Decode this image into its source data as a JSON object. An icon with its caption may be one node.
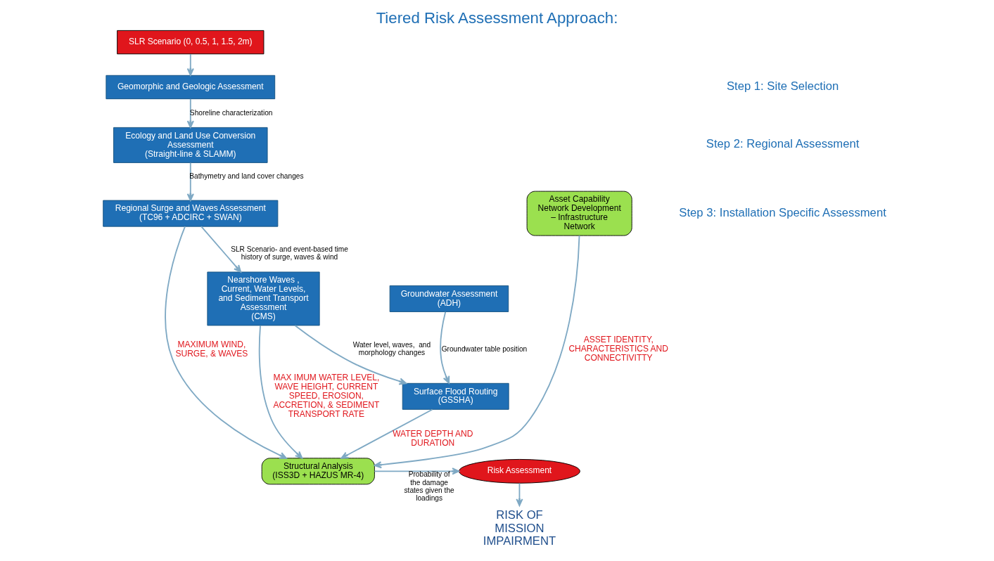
{
  "diagram": {
    "title": "Tiered Risk Assessment Approach:",
    "nodes": [
      {
        "text": [
          "SLR Scenario (0, 0.5, 1, 1.5, 2m)"
        ]
      },
      {
        "text": [
          "Geomorphic and Geologic Assessment"
        ]
      },
      {
        "text": [
          "Ecology and Land Use Conversion Assessment",
          "(Straight-line & SLAMM)"
        ]
      },
      {
        "text": [
          "Regional Surge and Waves Assessment",
          "(TC96 + ADCIRC + SWAN)"
        ]
      },
      {
        "text": [
          "Nearshore Waves , Current, Water Levels, and Sediment Transport Assessment",
          "(CMS)"
        ]
      },
      {
        "text": [
          "Groundwater Assessment",
          "(ADH)"
        ]
      },
      {
        "text": [
          "Surface Flood Routing",
          "(GSSHA)"
        ]
      },
      {
        "text": [
          "Asset Capability Network Development – Infrastructure Network"
        ]
      },
      {
        "text": [
          "Structural Analysis",
          "(ISS3D + HAZUS MR-4)"
        ]
      },
      {
        "text": [
          "Risk Assessment"
        ]
      },
      {
        "text": [
          "RISK OF MISSION IMPAIRMENT"
        ]
      }
    ],
    "edges": [
      {
        "from": 0,
        "to": 1,
        "arrow": "to"
      },
      {
        "from": 1,
        "to": 2,
        "arrow": "to",
        "label": "Shoreline characterization"
      },
      {
        "from": 2,
        "to": 3,
        "arrow": "to",
        "label": "Bathymetry and land cover changes"
      },
      {
        "from": 3,
        "to": 4,
        "arrow": "to",
        "label": "SLR Scenario- and event-based time history of surge, waves & wind"
      },
      {
        "from": 4,
        "to": 6,
        "arrow": "to",
        "label": "Water level, waves,  and morphology changes"
      },
      {
        "from": 5,
        "to": 6,
        "arrow": "to",
        "label": "Groundwater table position"
      },
      {
        "from": 3,
        "to": 8,
        "arrow": "to",
        "label": "MAXIMUM WIND, SURGE, & WAVES"
      },
      {
        "from": 4,
        "to": 8,
        "arrow": "to",
        "label": "MAX IMUM WATER LEVEL, WAVE HEIGHT, CURRENT SPEED, EROSION, ACCRETION, & SEDIMENT TRANSPORT RATE"
      },
      {
        "from": 7,
        "to": 8,
        "arrow": "to",
        "label": "ASSET IDENTITY, CHARACTERISTICS AND CONNECTIVITTY"
      },
      {
        "from": 6,
        "to": 8,
        "arrow": "to",
        "label": "WATER DEPTH AND DURATION"
      },
      {
        "from": 8,
        "to": 9,
        "arrow": "to",
        "label": "Probability of the damage states given the loadings"
      },
      {
        "from": 9,
        "to": 10,
        "arrow": "to"
      }
    ],
    "labels": [
      "Step 1: Site Selection",
      "Step 2: Regional Assessment",
      "Step 3: Installation Specific Assessment"
    ]
  }
}
